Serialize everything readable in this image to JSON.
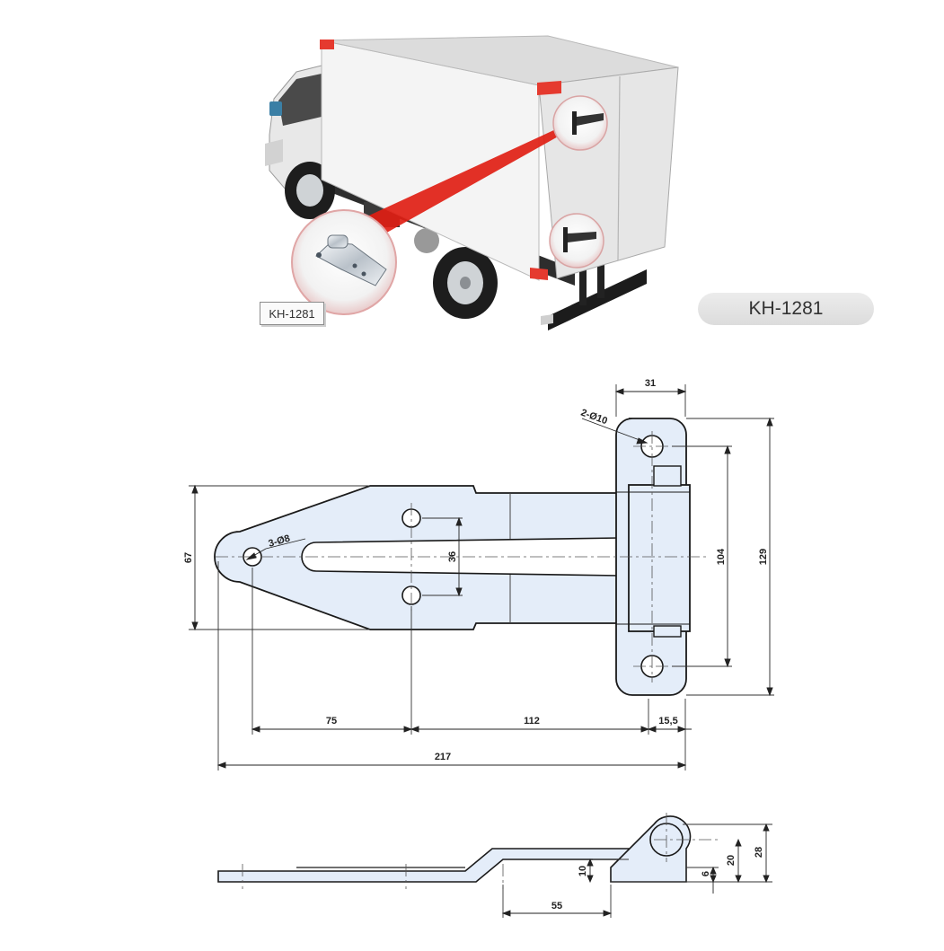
{
  "model": {
    "tag_label": "KH-1281",
    "pill_label": "KH-1281"
  },
  "dimensions": {
    "top_width": "31",
    "top_holes": "2-Ø10",
    "left_holes": "3-Ø8",
    "left_height": "67",
    "hole_spacing": "36",
    "hole_distance": "104",
    "total_height": "129",
    "seg_75": "75",
    "seg_112": "112",
    "seg_15_5": "15,5",
    "total_length": "217",
    "side_10": "10",
    "side_6": "6",
    "side_20": "20",
    "side_28": "28",
    "side_55": "55"
  },
  "colors": {
    "hinge_fill": "#e4edf9",
    "leader_red": "#e01e14",
    "box_white": "#f4f4f4",
    "corner_red": "#e53a2f"
  }
}
